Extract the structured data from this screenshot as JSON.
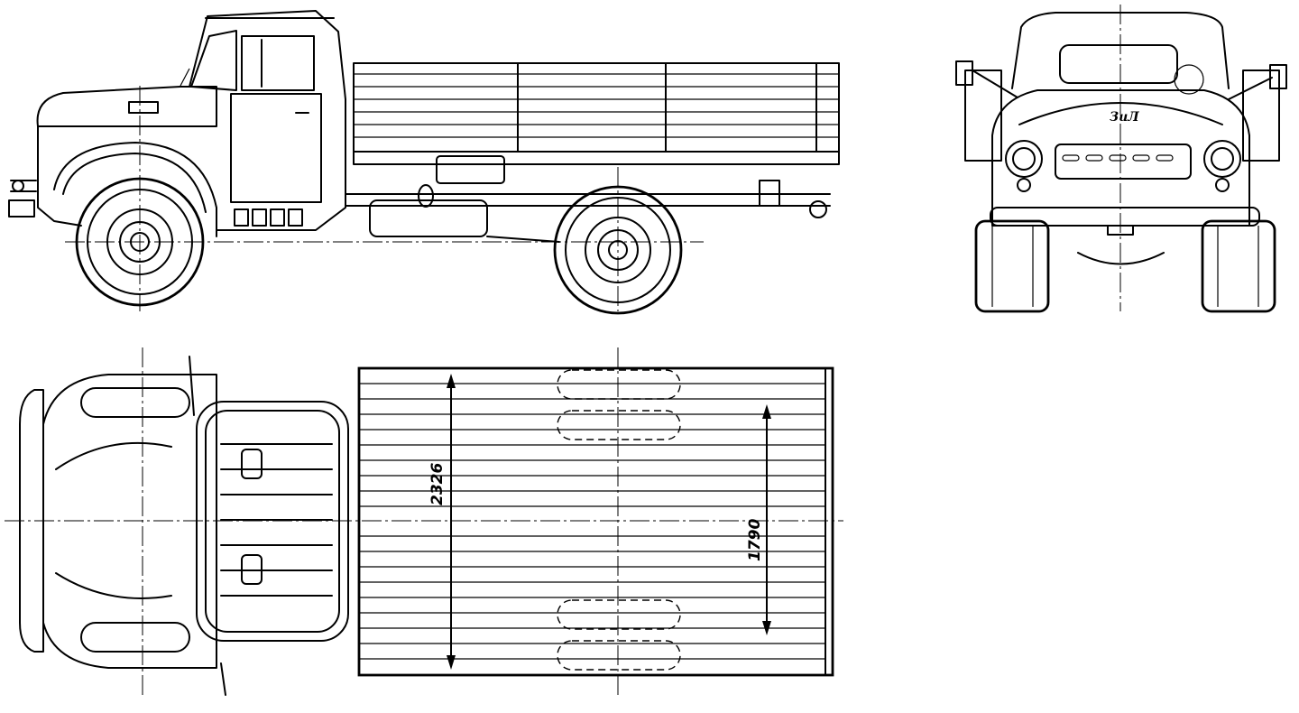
{
  "side_view": {},
  "front_view": {
    "grille_badge": "ЗиЛ"
  },
  "top_view": {
    "dimensions": [
      {
        "label": "2326"
      },
      {
        "label": "1790"
      }
    ]
  },
  "colors": {
    "ink": "#000000",
    "paper": "#ffffff"
  }
}
